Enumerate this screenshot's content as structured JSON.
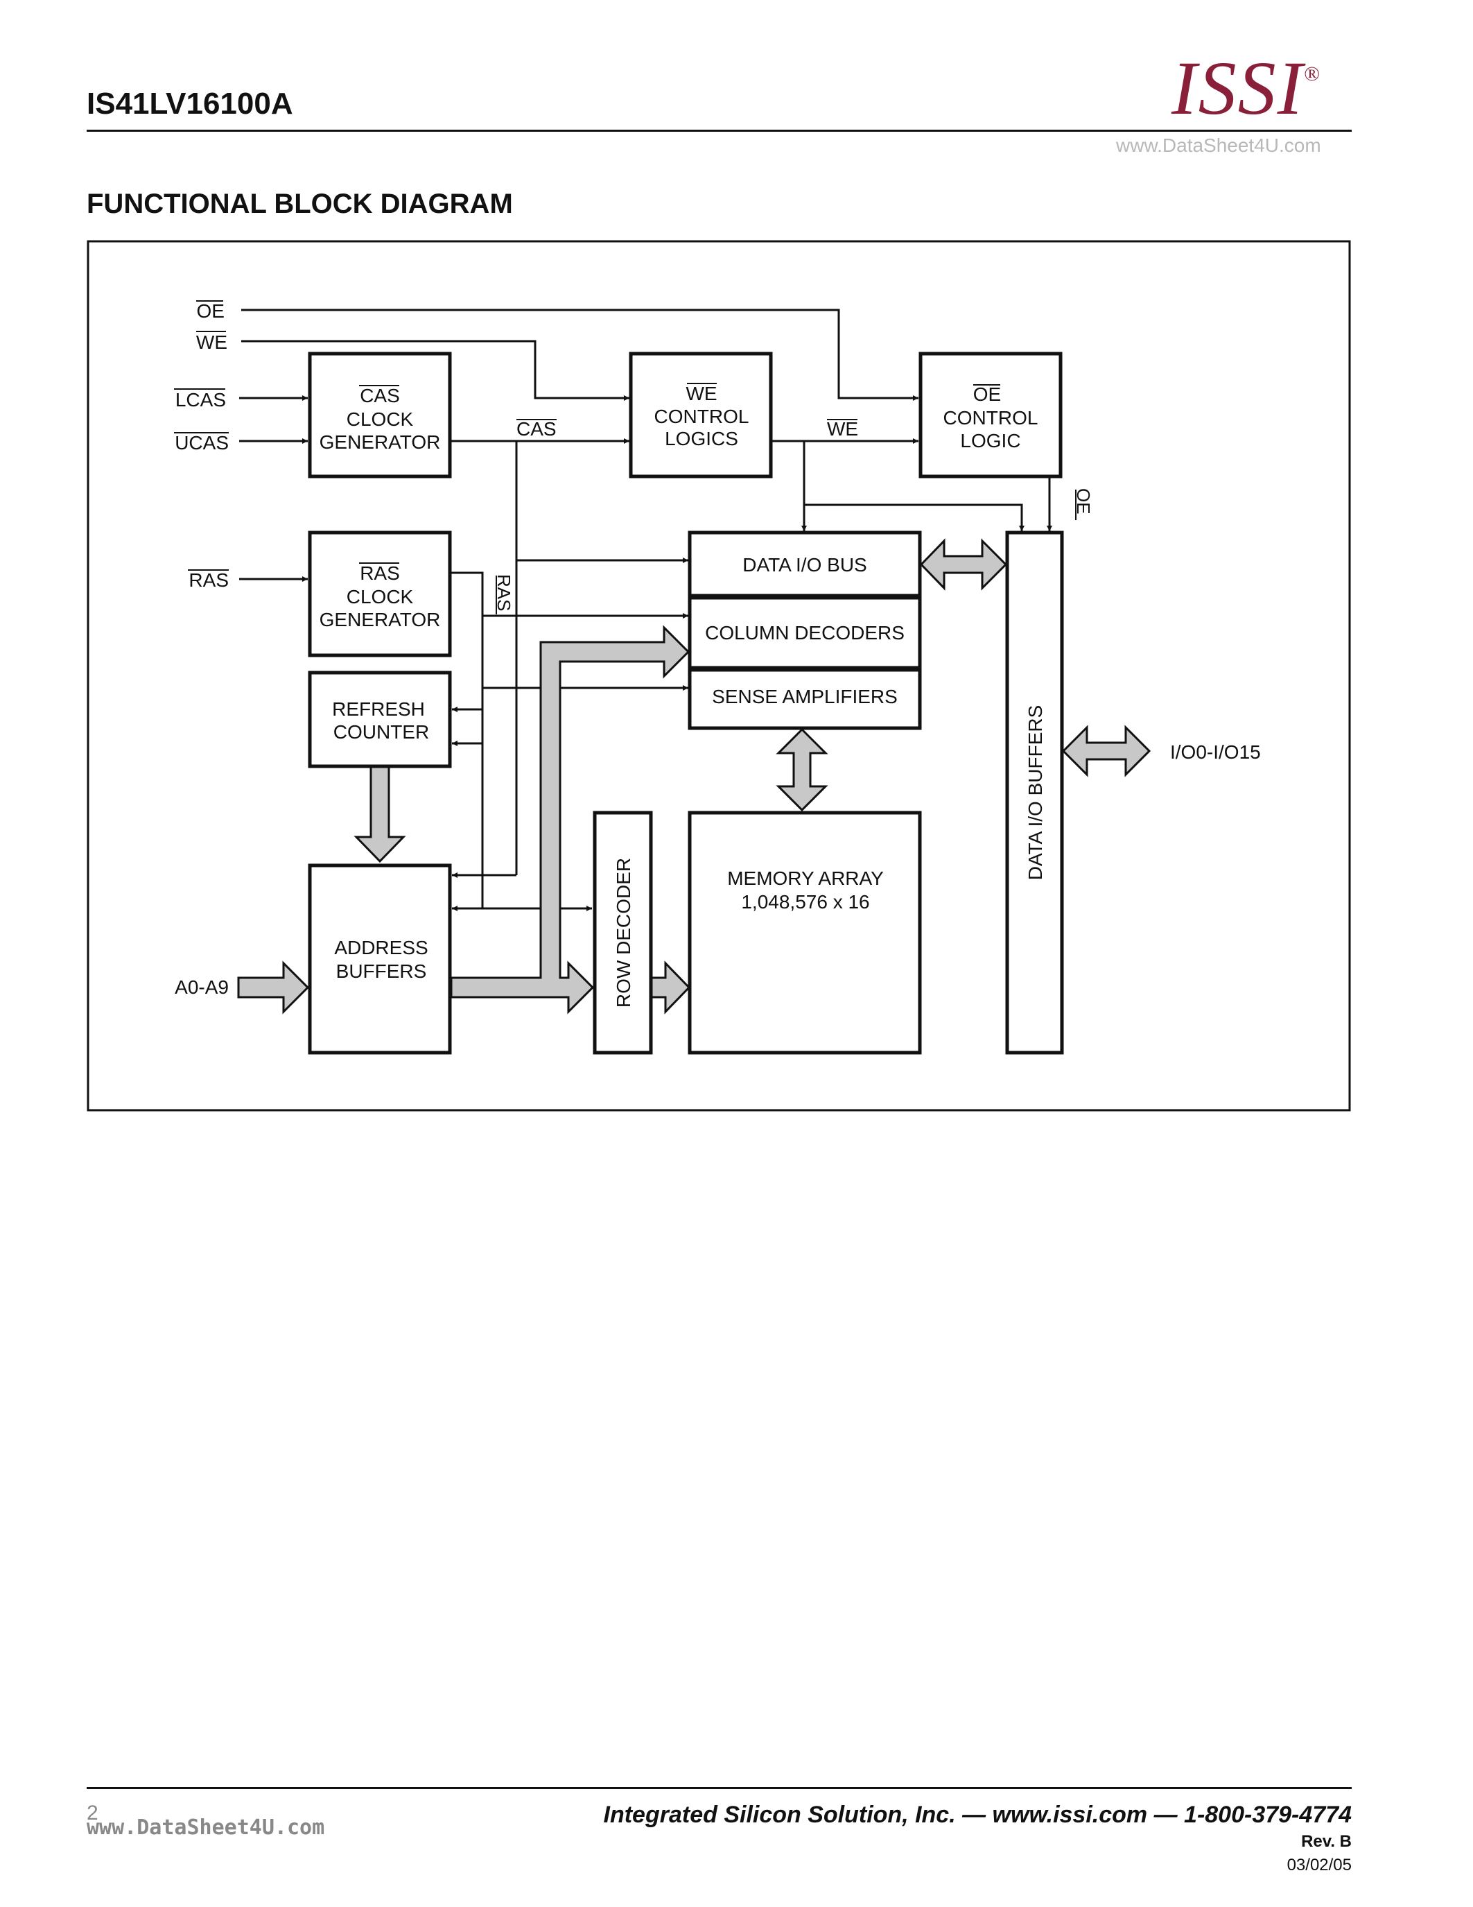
{
  "header": {
    "part_number": "IS41LV16100A",
    "logo_text": "ISSI",
    "logo_mark": "®",
    "watermark": "www.DataSheet4U.com"
  },
  "section_title": "FUNCTIONAL BLOCK DIAGRAM",
  "diagram": {
    "inputs": {
      "oe": "OE",
      "we": "WE",
      "lcas": "LCAS",
      "ucas": "UCAS",
      "ras": "RAS",
      "address": "A0-A9"
    },
    "signals": {
      "cas": "CAS",
      "we": "WE",
      "ras": "RAS",
      "oe": "OE"
    },
    "blocks": {
      "cas_clock": [
        "CAS",
        "CLOCK",
        "GENERATOR"
      ],
      "we_control": [
        "WE",
        "CONTROL",
        "LOGICS"
      ],
      "oe_control": [
        "OE",
        "CONTROL",
        "LOGIC"
      ],
      "ras_clock": [
        "RAS",
        "CLOCK",
        "GENERATOR"
      ],
      "refresh_counter": [
        "REFRESH",
        "COUNTER"
      ],
      "address_buffers": [
        "ADDRESS",
        "BUFFERS"
      ],
      "data_io_bus": "DATA I/O BUS",
      "column_decoders": "COLUMN DECODERS",
      "sense_amplifiers": "SENSE AMPLIFIERS",
      "row_decoder": "ROW DECODER",
      "memory_array": [
        "MEMORY ARRAY",
        "1,048,576 x 16"
      ],
      "data_io_buffers": "DATA I/O BUFFERS"
    },
    "io_label": "I/O0-I/O15"
  },
  "footer": {
    "page_number": "2",
    "watermark": "www.DataSheet4U.com",
    "company": "Integrated Silicon Solution, Inc. — www.issi.com — 1-800-379-4774",
    "rev": "Rev. B",
    "date": "03/02/05"
  }
}
